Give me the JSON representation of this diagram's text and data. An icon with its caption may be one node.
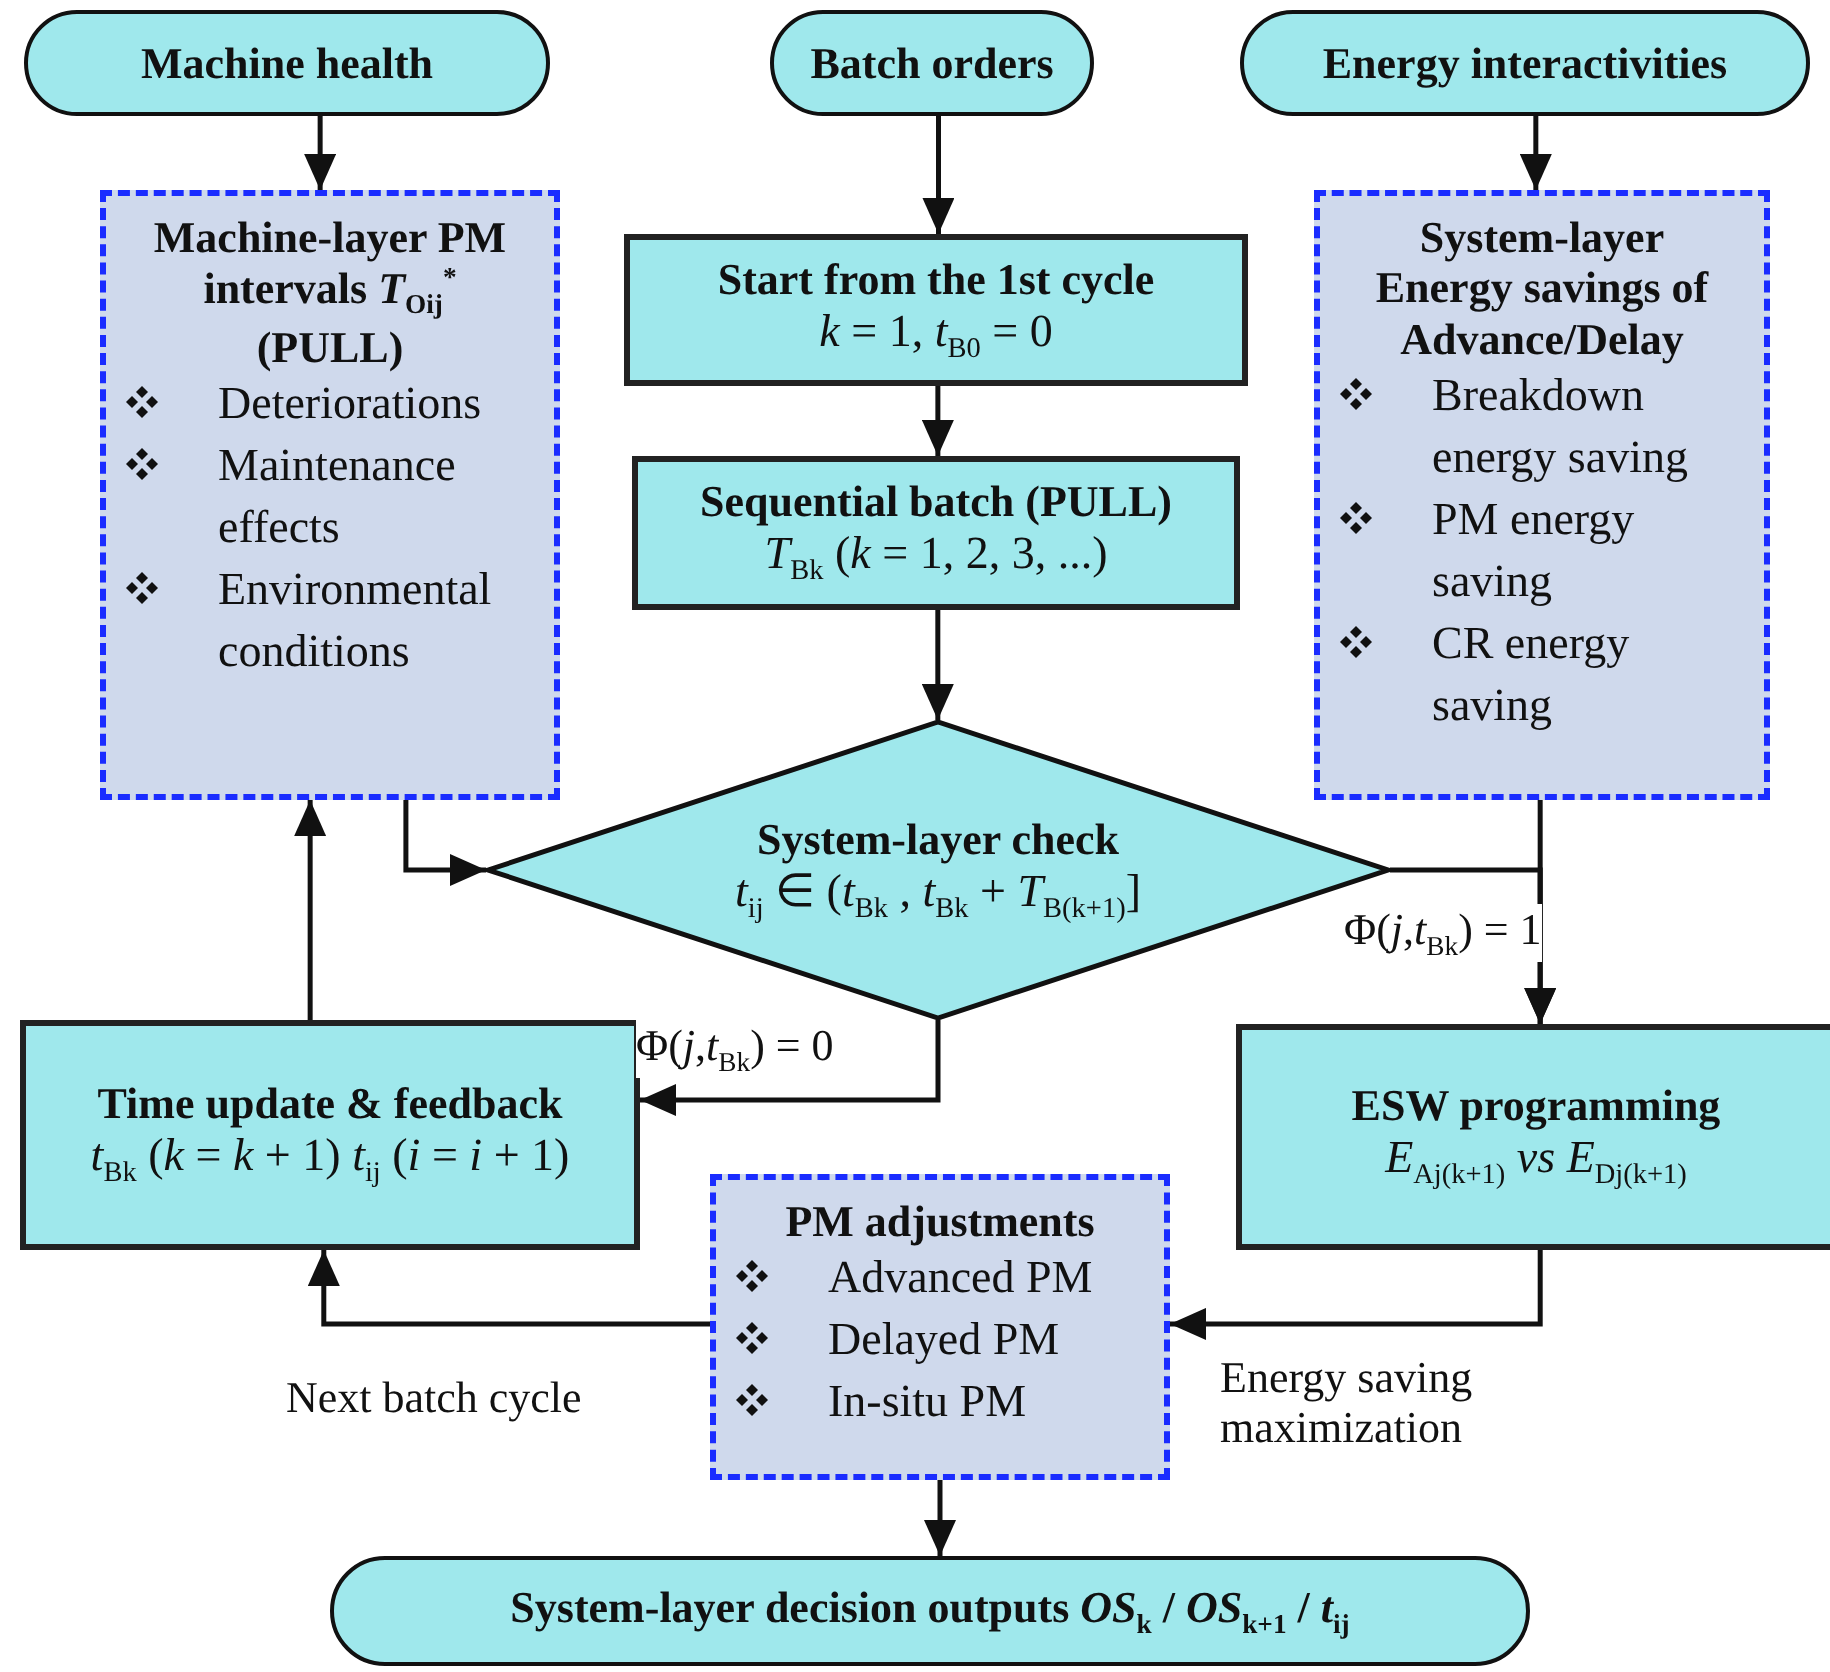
{
  "diagram": {
    "nodes": [
      {
        "text": [
          "Machine health"
        ]
      },
      {
        "text": [
          "Batch orders"
        ]
      },
      {
        "text": [
          "Energy  interactivities"
        ]
      },
      {
        "text": [
          "Machine-layer PM intervals *T*$_{Oij}$$^{*}$ (PULL)",
          "Deteriorations",
          "Maintenance effects",
          "Environmental conditions"
        ]
      },
      {
        "text": [
          "Start from the 1st cycle",
          "*k* = 1, *t*$_{B0}$ = 0"
        ]
      },
      {
        "text": [
          "Sequential batch (PULL)",
          "*T*$_{Bk}$ (*k* = 1, 2, 3, ...)"
        ]
      },
      {
        "text": [
          "System-layer Energy savings of Advance/Delay",
          "Breakdown energy saving",
          "PM energy saving",
          "CR energy saving"
        ]
      },
      {
        "text": [
          "System-layer check",
          "*t*$_{ij}$ ∈ (*t*$_{Bk}$ , *t*$_{Bk}$ + *T*$_{B(k+1)}$]"
        ]
      },
      {
        "text": [
          "Time update & feedback",
          "*t*$_{Bk}$ (*k* = *k* + 1)   *t*$_{ij}$ (*i* = *i* + 1)"
        ]
      },
      {
        "text": [
          "ESW programming",
          "*E*$_{Aj(k+1)}$ *vs* *E*$_{Dj(k+1)}$"
        ]
      },
      {
        "text": [
          "PM adjustments",
          "Advanced PM",
          "Delayed PM",
          "In-situ PM"
        ]
      },
      {
        "text": [
          "System-layer decision outputs *OS*$_{k}$ / *OS*$_{k+1}$ / *t*$_{ij}$"
        ]
      }
    ],
    "edges": [
      {
        "from": 0,
        "to": 3,
        "arrow": "to"
      },
      {
        "from": 1,
        "to": 4,
        "arrow": "to"
      },
      {
        "from": 2,
        "to": 6,
        "arrow": "to"
      },
      {
        "from": 4,
        "to": 5,
        "arrow": "to"
      },
      {
        "from": 5,
        "to": 7,
        "arrow": "to"
      },
      {
        "from": 3,
        "to": 7,
        "arrow": "to"
      },
      {
        "from": 6,
        "to": 9,
        "arrow": "to"
      },
      {
        "from": 7,
        "to": 9,
        "arrow": "to",
        "label": "Φ(*j*,*t*$_{Bk}$) = 1"
      },
      {
        "from": 7,
        "to": 8,
        "arrow": "to",
        "label": "Φ(*j*,*t*$_{Bk}$) = 0"
      },
      {
        "from": 8,
        "to": 3,
        "arrow": "to"
      },
      {
        "from": 9,
        "to": 10,
        "arrow": "to",
        "label": "Energy saving maximization"
      },
      {
        "from": 10,
        "to": 8,
        "arrow": "to",
        "label": "Next batch cycle"
      },
      {
        "from": 10,
        "to": 11,
        "arrow": "to"
      }
    ]
  }
}
